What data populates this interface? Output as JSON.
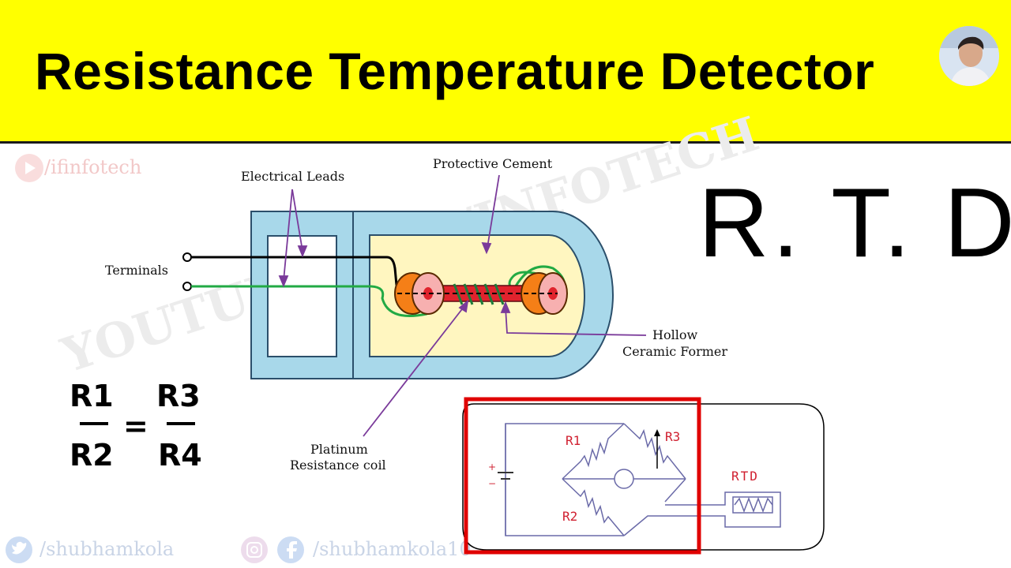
{
  "banner": {
    "title": "Resistance Temperature Detector"
  },
  "diagram": {
    "big_label": "R. T. D",
    "labels": {
      "electrical_leads": "Electrical Leads",
      "protective_cement": "Protective Cement",
      "terminals": "Terminals",
      "hollow_former_line1": "Hollow",
      "hollow_former_line2": "Ceramic Former",
      "platinum_line1": "Platinum",
      "platinum_line2": "Resistance coil"
    },
    "equation": {
      "r1": "R1",
      "r2": "R2",
      "r3": "R3",
      "r4": "R4",
      "equals": "="
    },
    "bridge": {
      "r1": "R1",
      "r2": "R2",
      "r3": "R3",
      "rtd": "RTD",
      "plus": "+",
      "minus": "−"
    },
    "colors": {
      "banner": "#ffff00",
      "sheath": "#a8d8ea",
      "cement": "#fff6c0",
      "lead_green": "#22aa44",
      "highlight": "#e00000",
      "arrow": "#7a3a9a",
      "bridge_lines": "#6a6aa8",
      "bridge_text": "#d02030"
    }
  },
  "watermarks": {
    "top_left": "/ifinfotech",
    "diagonal": "YOUTUBE.COM/INFOTECH",
    "bottom_twitter": "/shubhamkola",
    "bottom_social": "/shubhamkola10"
  }
}
